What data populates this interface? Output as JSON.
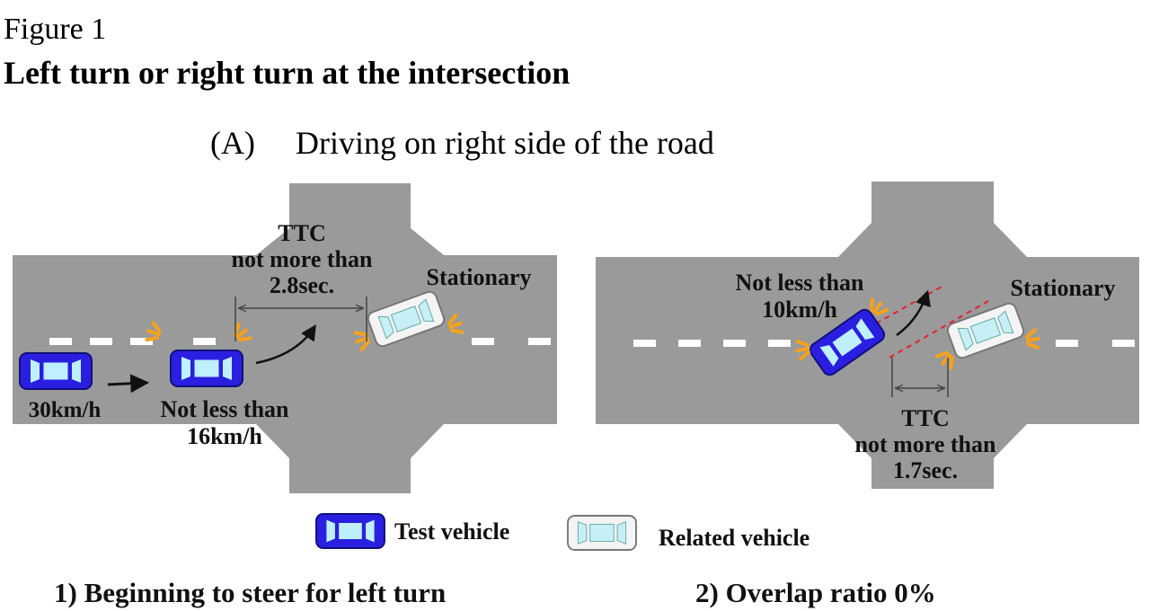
{
  "figure": {
    "label": "Figure 1",
    "title": "Left turn or right turn at the intersection",
    "subtitle": "(A)     Driving on right side of the road"
  },
  "panel_left": {
    "ttc_line1": "TTC",
    "ttc_line2": "not more than",
    "ttc_line3": "2.8sec.",
    "stationary": "Stationary",
    "start_speed": "30km/h",
    "turn_speed_line1": "Not less than",
    "turn_speed_line2": "16km/h",
    "caption": "1) Beginning to steer for left turn"
  },
  "panel_right": {
    "speed_line1": "Not less than",
    "speed_line2": "10km/h",
    "stationary": "Stationary",
    "ttc_line1": "TTC",
    "ttc_line2": "not more than",
    "ttc_line3": "1.7sec.",
    "caption": "2) Overlap ratio 0%"
  },
  "legend": {
    "test_vehicle": "Test vehicle",
    "related_vehicle": "Related vehicle"
  },
  "colors": {
    "road": "#9a9a9a",
    "test_vehicle": "#2a1fe0",
    "related_vehicle": "#c6f0f5",
    "hazard_lights": "#f5a21c",
    "overlap_line": "#e8202a"
  }
}
